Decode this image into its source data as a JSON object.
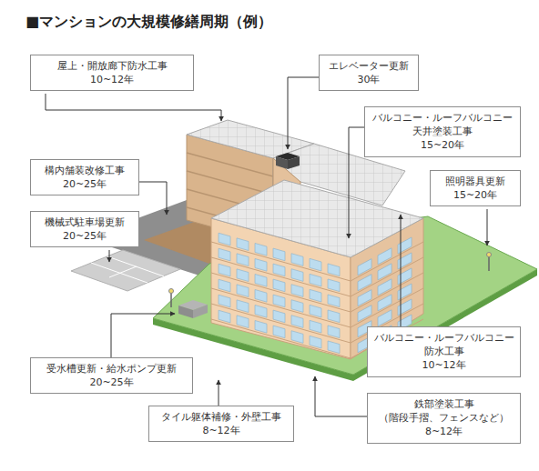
{
  "diagram": {
    "title": "■マンションの大規模修繕周期（例）",
    "nodes": [
      {
        "text": [
          "屋上・開放廊下防水工事",
          "10~12年"
        ]
      },
      {
        "text": [
          "エレベーター更新",
          "30年"
        ]
      },
      {
        "text": [
          "バルコニー・ルーフバルコニー 天井塗装工事",
          "15~20年"
        ]
      },
      {
        "text": [
          "構内舗装改修工事",
          "20~25年"
        ]
      },
      {
        "text": [
          "照明器具更新",
          "15~20年"
        ]
      },
      {
        "text": [
          "機械式駐車場更新",
          "20~25年"
        ]
      },
      {
        "text": [
          "バルコニー・ルーフバルコニー 防水工事",
          "10~12年"
        ]
      },
      {
        "text": [
          "受水槽更新・給水ポンプ更新",
          "20~25年"
        ]
      },
      {
        "text": [
          "鉄部塗装工事",
          "（階段手摺、フェンスなど）",
          "8~12年"
        ]
      },
      {
        "text": [
          "タイル躯体補修・外壁工事",
          "8~12年"
        ]
      }
    ]
  }
}
